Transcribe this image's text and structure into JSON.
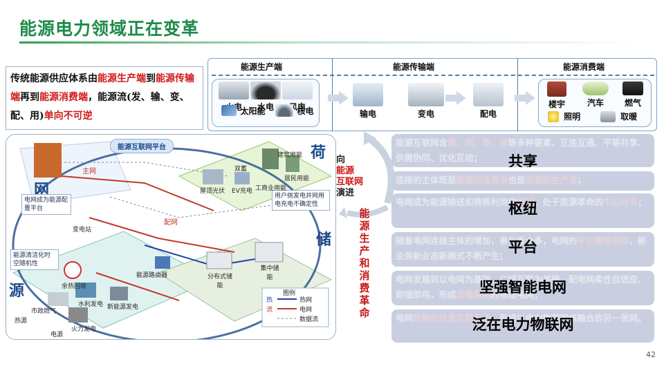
{
  "slide": {
    "title": "能源电力领域正在变革",
    "page_number": "42"
  },
  "intro": {
    "p1": "传统能源供应体系由",
    "h1": "能源生产端",
    "p2": "到",
    "h2": "能源传输端",
    "p3": "再到",
    "h3": "能源消费端",
    "p4": "，能源流(发、输、变、配、用)",
    "h4": "单向不可逆"
  },
  "flow": {
    "stages": [
      "能源生产端",
      "能源传输端",
      "能源消费端"
    ],
    "production": [
      "火电",
      "水电",
      "风电",
      "太阳能",
      "核电"
    ],
    "transmission": [
      "输电",
      "变电",
      "配电"
    ],
    "consumption": [
      "楼宇",
      "汽车",
      "燃气",
      "照明",
      "取暖"
    ]
  },
  "diagram": {
    "platform": "能源互联网平台",
    "main_grid": "主网",
    "dist_grid": "配网",
    "grid_char": "网",
    "source_char": "源",
    "load_char": "荷",
    "storage_char": "储",
    "grid_note": "电网成为能源配置平台",
    "source_note": "能源清洁化时空随机性",
    "user_note": "用户侧发电并网用电充电不确定性",
    "substation": "变电站",
    "router": "能源路由器",
    "labels": [
      "建筑用能",
      "居民用能",
      "工商业用能",
      "屋顶光伏",
      "EV充电",
      "双蓄",
      "余热回收",
      "市政燃气",
      "水利发电",
      "新能源发电",
      "火力发电",
      "热源",
      "电源",
      "分布式储能",
      "集中储能"
    ],
    "legend": {
      "title": "图例",
      "items": [
        "热网",
        "电网",
        "数据流"
      ],
      "side": [
        "热",
        "流"
      ]
    }
  },
  "center": {
    "top_lines": [
      "向",
      "能源",
      "互联网",
      "演进"
    ],
    "vertical": "能源生产和消费革命"
  },
  "rows": [
    {
      "text_parts": [
        "能源互联网含",
        "源、网、荷、储",
        "等多种要素，互连互通、平等共享、供需协同、优化互动；"
      ],
      "big": "共享"
    },
    {
      "text_parts": [
        "连接的主体既是",
        "能源的消费者",
        "也是",
        "能源的生产者",
        "；"
      ],
      "big": "枢纽"
    },
    {
      "text_parts": [
        "电网成为能源输送和转换利用的",
        "枢纽",
        "，处于能源革命的",
        "中心环节",
        "；"
      ],
      "big": "平台"
    },
    {
      "text_parts": [
        "随着电网连接主体的增加，参与者众多，电网的",
        "平台属性初现",
        "，新业务新业态新模式不断产生；"
      ],
      "big": "坚强智能电网"
    },
    {
      "text_parts": [
        "电网发展到以电网为基础，广域互联为基础，配电网柔性自适应、即插即用，形成",
        "坚强智能",
        "的物理电网；"
      ],
      "big": ""
    },
    {
      "text_parts": [
        "电网",
        "数据和信息互联互通",
        "，形成以电力物理网络融合的另一张网。"
      ],
      "big": "泛在电力物联网"
    }
  ],
  "colors": {
    "title_green": "#1f8a4a",
    "highlight_red": "#d01818",
    "grid_blue": "#1e4b8a",
    "row_bg": "#c9cfe0"
  }
}
